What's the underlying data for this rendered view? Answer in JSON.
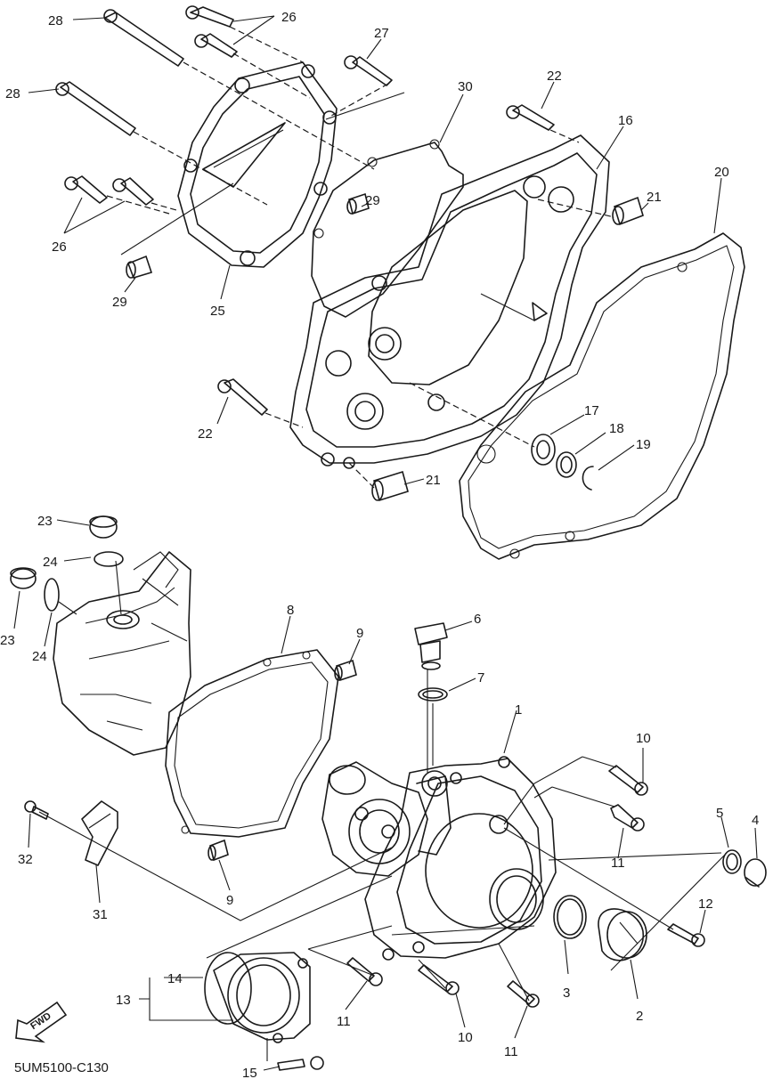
{
  "diagram": {
    "code": "5UM5100-C130",
    "fwd_label": "FWD",
    "callouts": [
      "1",
      "2",
      "3",
      "4",
      "5",
      "6",
      "7",
      "8",
      "9",
      "9",
      "10",
      "10",
      "11",
      "11",
      "11",
      "12",
      "13",
      "14",
      "15",
      "16",
      "17",
      "18",
      "19",
      "20",
      "21",
      "21",
      "22",
      "22",
      "23",
      "23",
      "24",
      "24",
      "25",
      "26",
      "26",
      "27",
      "28",
      "28",
      "29",
      "29",
      "30",
      "31",
      "32"
    ]
  }
}
